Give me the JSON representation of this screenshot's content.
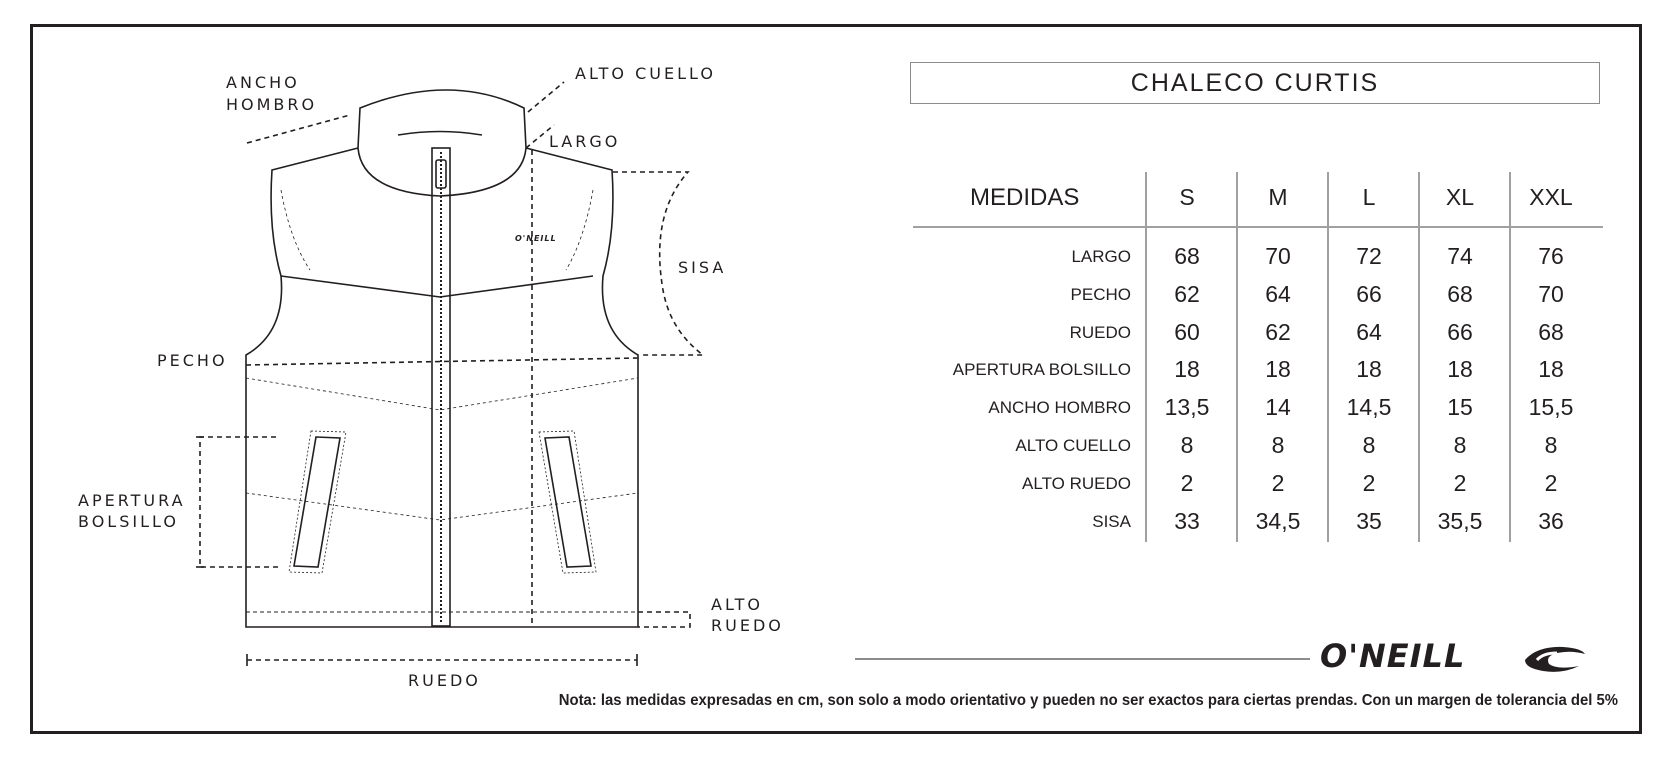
{
  "diagram": {
    "labels": {
      "ancho_hombro_1": "ANCHO",
      "ancho_hombro_2": "HOMBRO",
      "alto_cuello": "ALTO CUELLO",
      "largo": "LARGO",
      "sisa": "SISA",
      "pecho": "PECHO",
      "apertura_1": "APERTURA",
      "apertura_2": "BOLSILLO",
      "alto_ruedo_1": "ALTO",
      "alto_ruedo_2": "RUEDO",
      "ruedo": "RUEDO",
      "chest_logo": "O'NEILL"
    }
  },
  "table": {
    "title": "CHALECO CURTIS",
    "header": "MEDIDAS",
    "sizes": [
      "S",
      "M",
      "L",
      "XL",
      "XXL"
    ],
    "rows": [
      {
        "label": "LARGO",
        "values": [
          "68",
          "70",
          "72",
          "74",
          "76"
        ]
      },
      {
        "label": "PECHO",
        "values": [
          "62",
          "64",
          "66",
          "68",
          "70"
        ]
      },
      {
        "label": "RUEDO",
        "values": [
          "60",
          "62",
          "64",
          "66",
          "68"
        ]
      },
      {
        "label": "APERTURA BOLSILLO",
        "values": [
          "18",
          "18",
          "18",
          "18",
          "18"
        ]
      },
      {
        "label": "ANCHO HOMBRO",
        "values": [
          "13,5",
          "14",
          "14,5",
          "15",
          "15,5"
        ]
      },
      {
        "label": "ALTO CUELLO",
        "values": [
          "8",
          "8",
          "8",
          "8",
          "8"
        ]
      },
      {
        "label": "ALTO RUEDO",
        "values": [
          "2",
          "2",
          "2",
          "2",
          "2"
        ]
      },
      {
        "label": "SISA",
        "values": [
          "33",
          "34,5",
          "35",
          "35,5",
          "36"
        ]
      }
    ]
  },
  "brand": {
    "name": "O'NEILL",
    "icon": "wave-logo-icon"
  },
  "note": "Nota: las medidas expresadas en cm, son solo a modo orientativo y pueden no ser exactos para ciertas prendas. Con un margen de tolerancia del 5%",
  "colors": {
    "ink": "#231f20",
    "rule": "#a0a0a0"
  }
}
